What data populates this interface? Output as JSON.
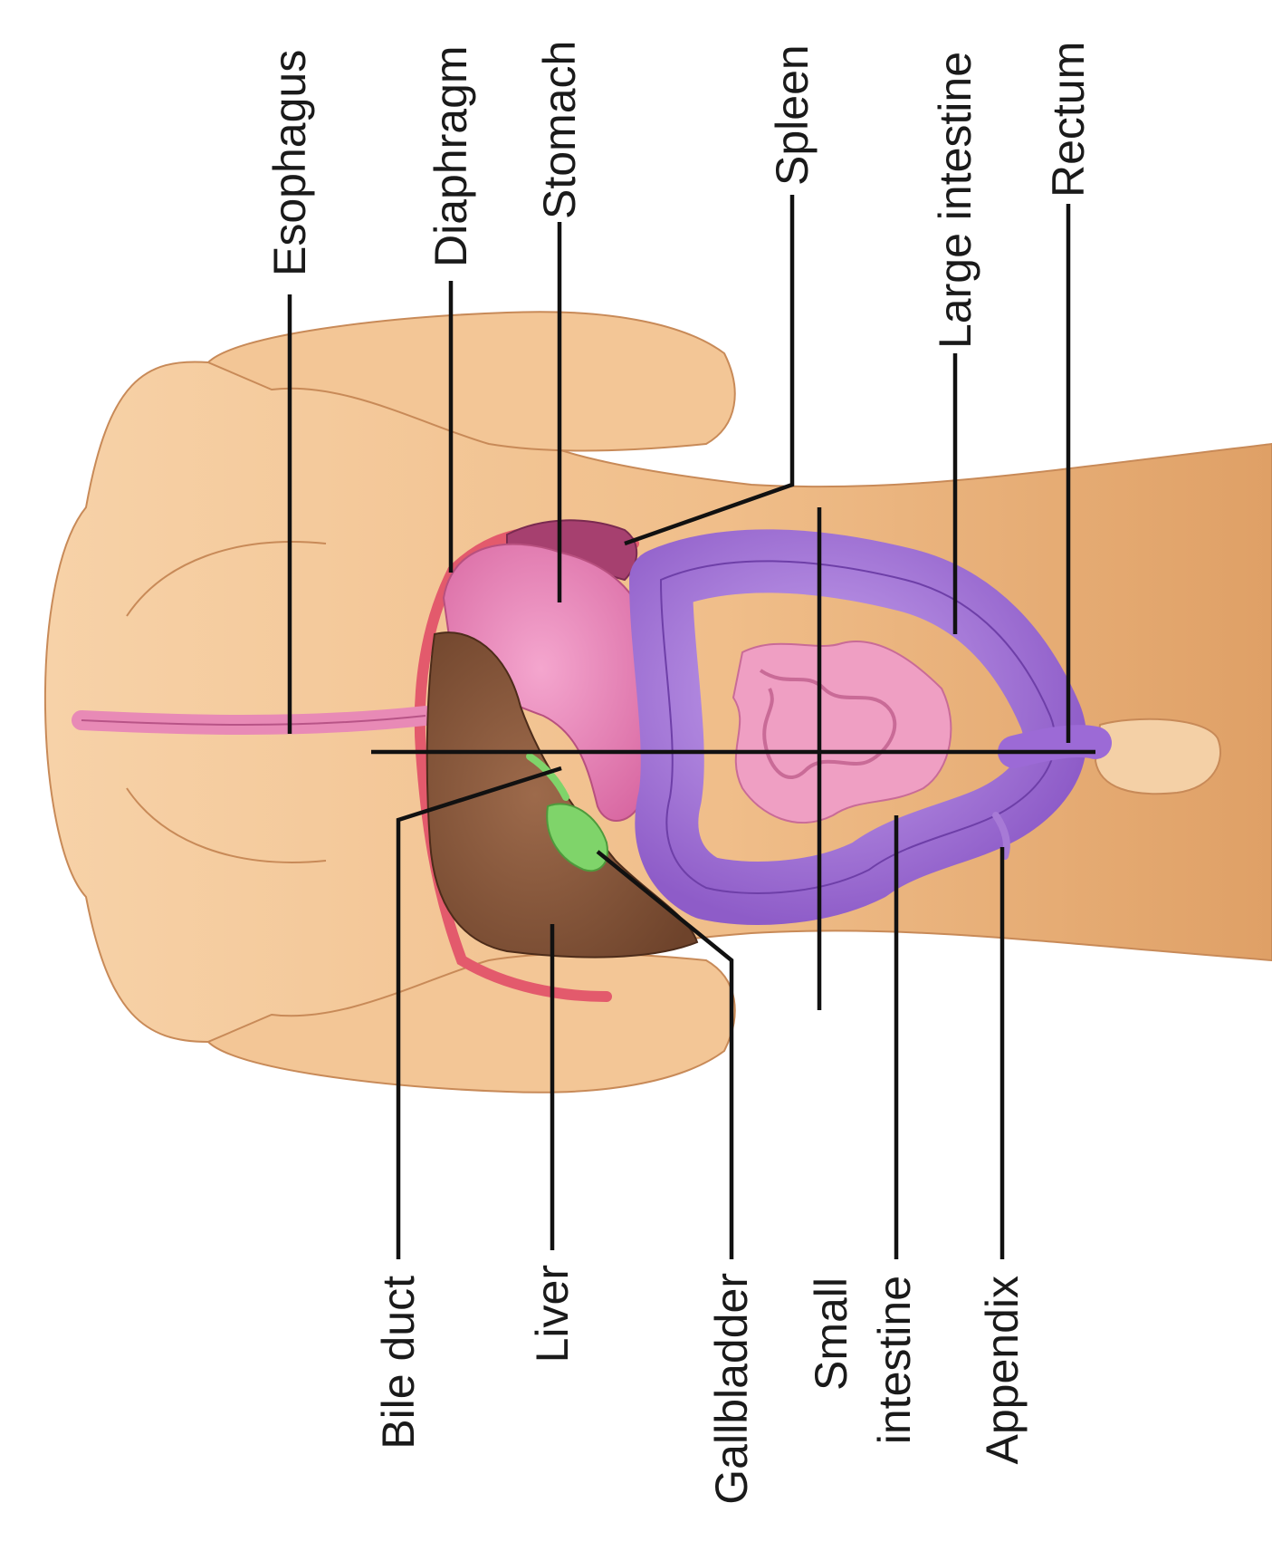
{
  "labels": {
    "esophagus": "Esophagus",
    "diaphragm": "Diaphragm",
    "stomach": "Stomach",
    "spleen": "Spleen",
    "large_intestine": "Large intestine",
    "rectum": "Rectum",
    "bile_duct": "Bile duct",
    "liver": "Liver",
    "gallbladder": "Gallbladder",
    "small_intestine_line1": "Small",
    "small_intestine_line2": "intestine",
    "appendix": "Appendix"
  },
  "colors": {
    "skin": "#f1c18f",
    "skin_shadow": "#d99a5f",
    "stomach": "#e57fb2",
    "liver": "#8a5a3c",
    "gallbladder": "#7fd46a",
    "spleen": "#a6406f",
    "large_intestine": "#a77ad6",
    "small_intestine": "#ef9fc3",
    "diaphragm": "#e35a6c",
    "esophagus": "#e88ab6"
  }
}
